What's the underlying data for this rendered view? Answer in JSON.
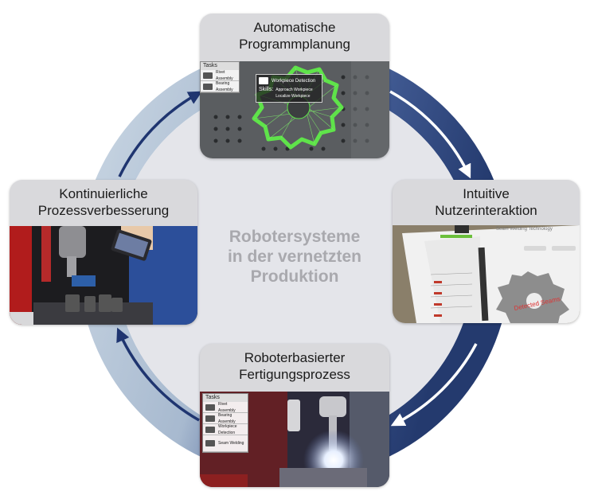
{
  "center_text": {
    "line1": "Robotersysteme",
    "line2": "in der vernetzten",
    "line3": "Produktion"
  },
  "cards": {
    "top": {
      "title_line1": "Automatische",
      "title_line2": "Programmplanung"
    },
    "right": {
      "title_line1": "Intuitive",
      "title_line2": "Nutzerinteraktion"
    },
    "bottom": {
      "title_line1": "Roboterbasierter",
      "title_line2": "Fertigungsprozess"
    },
    "left": {
      "title_line1": "Kontinuierliche",
      "title_line2": "Prozessverbesserung"
    }
  },
  "top_photo": {
    "tasks_label": "Tasks",
    "task_1": "Rivet Assembly",
    "task_2": "Bearing Assembly",
    "detect_label": "Workpiece Detection",
    "skills_label": "Skills:",
    "skill_1": "Approach Workpiece",
    "skill_2": "Localize Workpiece"
  },
  "right_photo": {
    "header": "Seam Welding Technology",
    "detected_label": "Detected Seams"
  },
  "bottom_photo": {
    "tasks_label": "Tasks",
    "task_1": "Rivet Assembly",
    "task_2": "Bearing Assembly",
    "task_3": "Workpiece Detection",
    "task_4": "Seam Welding"
  },
  "colors": {
    "ring_light": "#bcccdb",
    "ring_dark": "#2f4478",
    "inner_disc": "#e4e5ea",
    "card_bg": "#d9d9dc",
    "center_text": "#a9a9ae"
  }
}
